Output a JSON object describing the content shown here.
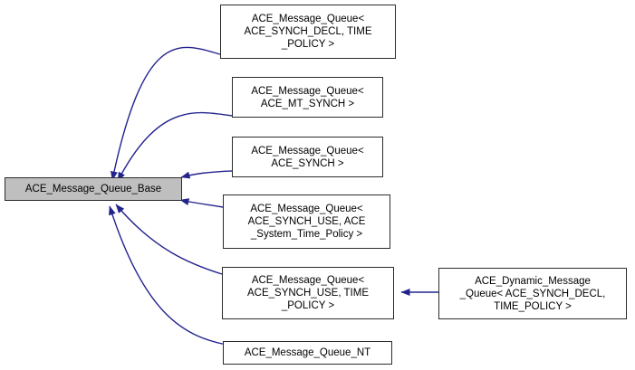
{
  "graph": {
    "title": "ACE_Message_Queue_Base inheritance graph",
    "node_fill_base": "#bfbfbf",
    "node_fill_derived": "#ffffff",
    "node_border": "#2b2b2b",
    "edge_color": "#23238e",
    "background": "#ffffff"
  },
  "nodes": {
    "base": {
      "label": "ACE_Message_Queue_Base"
    },
    "derived": [
      {
        "label": "ACE_Message_Queue<\nACE_SYNCH_DECL, TIME\n_POLICY >"
      },
      {
        "label": "ACE_Message_Queue<\nACE_MT_SYNCH >"
      },
      {
        "label": "ACE_Message_Queue<\nACE_SYNCH >"
      },
      {
        "label": "ACE_Message_Queue<\nACE_SYNCH_USE, ACE\n_System_Time_Policy >"
      },
      {
        "label": "ACE_Message_Queue<\nACE_SYNCH_USE, TIME\n_POLICY >"
      },
      {
        "label": "ACE_Message_Queue_NT"
      },
      {
        "label": "ACE_Dynamic_Message\n_Queue< ACE_SYNCH_DECL,\nTIME_POLICY >"
      }
    ]
  }
}
